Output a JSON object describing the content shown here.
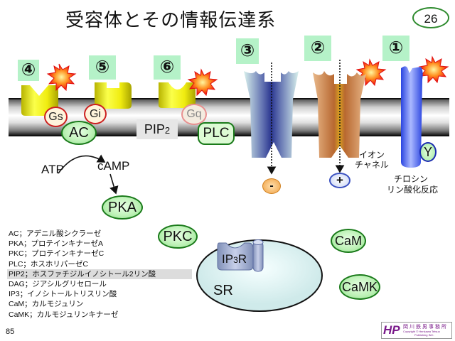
{
  "title": "受容体とその情報伝達系",
  "slide_number": "26",
  "page_number": "85",
  "receptors": [
    {
      "number": "④",
      "type": "G-protein coupled",
      "g_protein": "Gs",
      "activated": true
    },
    {
      "number": "⑤",
      "type": "G-protein coupled",
      "g_protein": "Gi",
      "activated": false
    },
    {
      "number": "⑥",
      "type": "G-protein coupled",
      "g_protein": "Gq",
      "activated": true
    },
    {
      "number": "③",
      "type": "ion channel",
      "ion": "-",
      "activated": false
    },
    {
      "number": "②",
      "type": "ion channel",
      "ion": "+",
      "activated": true
    },
    {
      "number": "①",
      "type": "tyrosine kinase",
      "residue": "Y",
      "activated": true
    }
  ],
  "molecules": {
    "ac": "AC",
    "plc": "PLC",
    "pip2": "PIP",
    "pip2_sub": "2",
    "atp": "ATP",
    "camp": "cAMP",
    "pka": "PKA",
    "pkc": "PKC",
    "cam": "CaM",
    "camk": "CaMK",
    "ip3r": "IP",
    "ip3r_sub": "3",
    "ip3r_tail": "R",
    "sr": "SR",
    "gs": "Gs",
    "gi": "Gi",
    "gq": "Gq",
    "y": "Y",
    "minus": "-",
    "plus": "+"
  },
  "annotations": {
    "ion_channel_line1": "イオン",
    "ion_channel_line2": "チャネル",
    "tyrosine_line1": "チロシン",
    "tyrosine_line2": "リン酸化反応"
  },
  "legend": [
    {
      "text": "AC；アデニル酸シクラーゼ",
      "highlight": false
    },
    {
      "text": "PKA；プロテインキナーゼA",
      "highlight": false
    },
    {
      "text": "PKC；プロテインキナーゼC",
      "highlight": false
    },
    {
      "text": "PLC；ホスホリパーゼC",
      "highlight": false
    },
    {
      "text": "PIP2；ホスファチジルイノシトール2リン酸",
      "highlight": true
    },
    {
      "text": "DAG；ジアシルグリセロール",
      "highlight": false
    },
    {
      "text": "IP3；イノシトールトリスリン酸",
      "highlight": false
    },
    {
      "text": "CaM；カルモジュリン",
      "highlight": false
    },
    {
      "text": "CaMK；カルモジュリンキナーゼ",
      "highlight": false
    }
  ],
  "logo": {
    "mark": "HP",
    "name": "岡川鉄男事務所",
    "copyright_line1": "Copyright © Henkawa Tetsuo",
    "copyright_line2": "Publishing INC."
  },
  "colors": {
    "number_box": "#b5f2c8",
    "green_oval_border": "#1a7a1a",
    "g_protein_border": "#cc2020",
    "receptor_yellow": "#e5e000",
    "channel_blue": "#3b4a9a",
    "channel_orange": "#c9824a",
    "tyrosine_blue": "#4466ee"
  }
}
